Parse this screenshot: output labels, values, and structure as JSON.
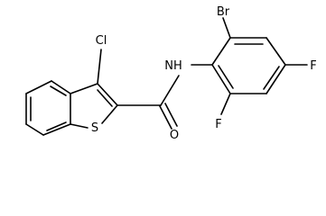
{
  "atoms": [
    {
      "id": "Cl",
      "label": "Cl"
    },
    {
      "id": "Br",
      "label": "Br"
    },
    {
      "id": "N",
      "label": "NH"
    },
    {
      "id": "O",
      "label": "O"
    },
    {
      "id": "S",
      "label": "S"
    },
    {
      "id": "F1",
      "label": "F"
    },
    {
      "id": "F2",
      "label": "F"
    }
  ]
}
